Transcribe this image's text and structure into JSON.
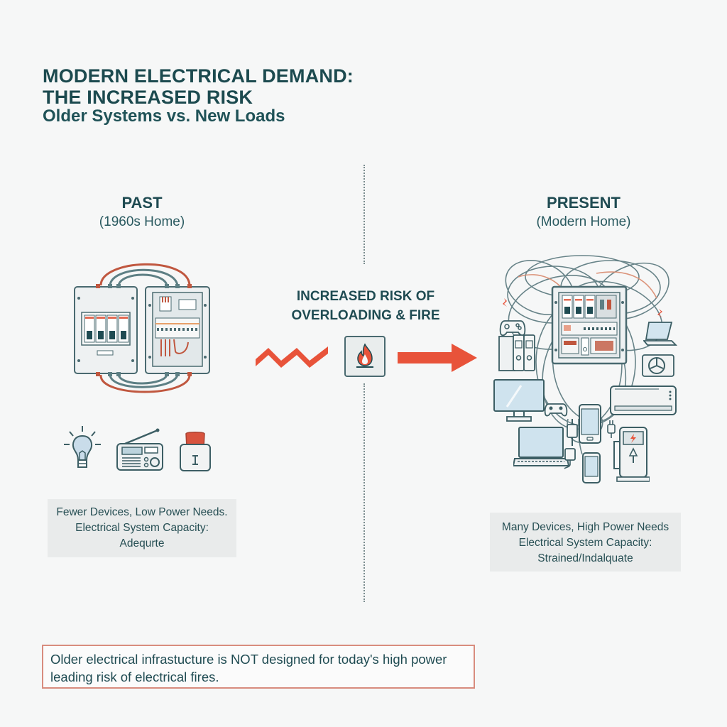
{
  "header": {
    "title_line1": "MODERN ELECTRICAL DEMAND:",
    "title_line2": "THE INCREASED RISK",
    "subtitle": "Older Systems vs. New Loads"
  },
  "past": {
    "heading": "PAST",
    "subheading": "(1960s Home)",
    "devices": [
      "light-bulb-icon",
      "radio-icon",
      "toaster-icon"
    ],
    "summary_line1": "Fewer Devices, Low Power Needs.",
    "summary_line2": "Electrical System Capacity:",
    "summary_line3": "Adequrte"
  },
  "center": {
    "risk_line1": "INCREASED RISK OF",
    "risk_line2": "OVERLOADING & FIRE",
    "icons": [
      "zigzag-surge-icon",
      "fire-icon",
      "arrow-right-icon"
    ]
  },
  "present": {
    "heading": "PRESENT",
    "subheading": "(Modern Home)",
    "devices": [
      "game-controller-icon",
      "computer-tower-icon",
      "laptop-icon",
      "fan-unit-icon",
      "monitor-icon",
      "air-conditioner-icon",
      "phone-icon",
      "charger-icon",
      "ev-charger-icon"
    ],
    "summary_line1": "Many Devices, High Power Needs",
    "summary_line2": "Electrical System Capacity:",
    "summary_line3": "Strained/Indalquate"
  },
  "footer": {
    "line1": "Older electrical infrastucture is NOT designed for today's high power",
    "line2": "leading risk of electrical fires."
  },
  "colors": {
    "primary_text": "#1c4a4f",
    "accent_red": "#e8533a",
    "wire_red": "#c0573f",
    "panel_stroke": "#4a6a70",
    "panel_fill": "#eef1f2",
    "screen_blue": "#cfe3ee"
  }
}
